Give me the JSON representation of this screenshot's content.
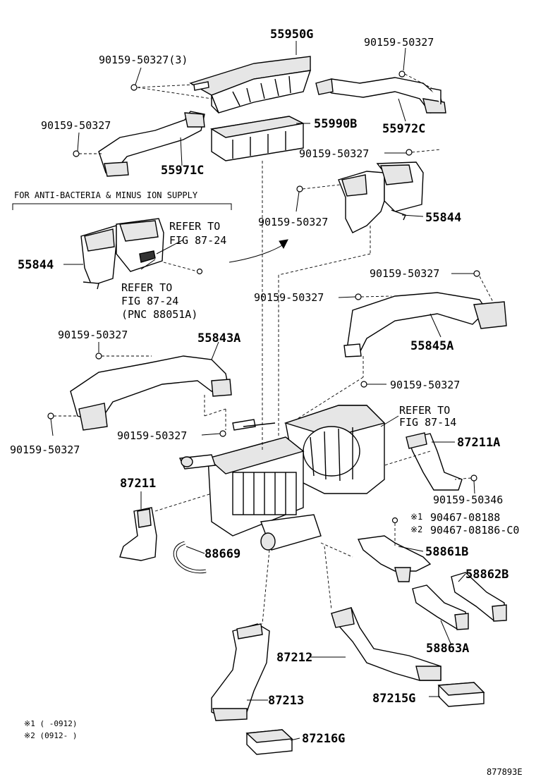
{
  "labels": {
    "p55950G": "55950G",
    "p90159_50327_3": "90159-50327(3)",
    "p90159_50327_top": "90159-50327",
    "p55972C": "55972C",
    "p55990B": "55990B",
    "p90159_50327_left1": "90159-50327",
    "p55971C": "55971C",
    "p90159_50327_right1": "90159-50327",
    "p90159_50327_right2": "90159-50327",
    "p55844_right": "55844",
    "p55844_left": "55844",
    "p90159_50327_r3": "90159-50327",
    "p90159_50327_r4": "90159-50327",
    "p55845A": "55845A",
    "p90159_50327_l2": "90159-50327",
    "p55843A": "55843A",
    "p90159_50327_r5": "90159-50327",
    "p90159_50327_l3": "90159-50327",
    "p90159_50327_c1": "90159-50327",
    "p87211A": "87211A",
    "p87211": "87211",
    "p90159_50346": "90159-50346",
    "p90467_08188": "90467-08188",
    "p90467_08186": "90467-08186-C0",
    "p88669": "88669",
    "p58861B": "58861B",
    "p58862B": "58862B",
    "p58863A": "58863A",
    "p87212": "87212",
    "p87213": "87213",
    "p87215G": "87215G",
    "p87216G": "87216G"
  },
  "notes": {
    "anti_bacteria": "FOR ANTI-BACTERIA & MINUS ION SUPPLY",
    "refer_87_24_a_1": "REFER TO",
    "refer_87_24_a_2": "FIG 87-24",
    "refer_87_24_b_1": "REFER TO",
    "refer_87_24_b_2": "FIG 87-24",
    "refer_87_24_b_3": "(PNC 88051A)",
    "refer_87_14_1": "REFER TO",
    "refer_87_14_2": "FIG 87-14",
    "mark1": "※1",
    "mark2": "※2",
    "footnote1": "※1 (      -0912)",
    "footnote2": "※2 (0912-       )",
    "figure_id": "877893E"
  }
}
